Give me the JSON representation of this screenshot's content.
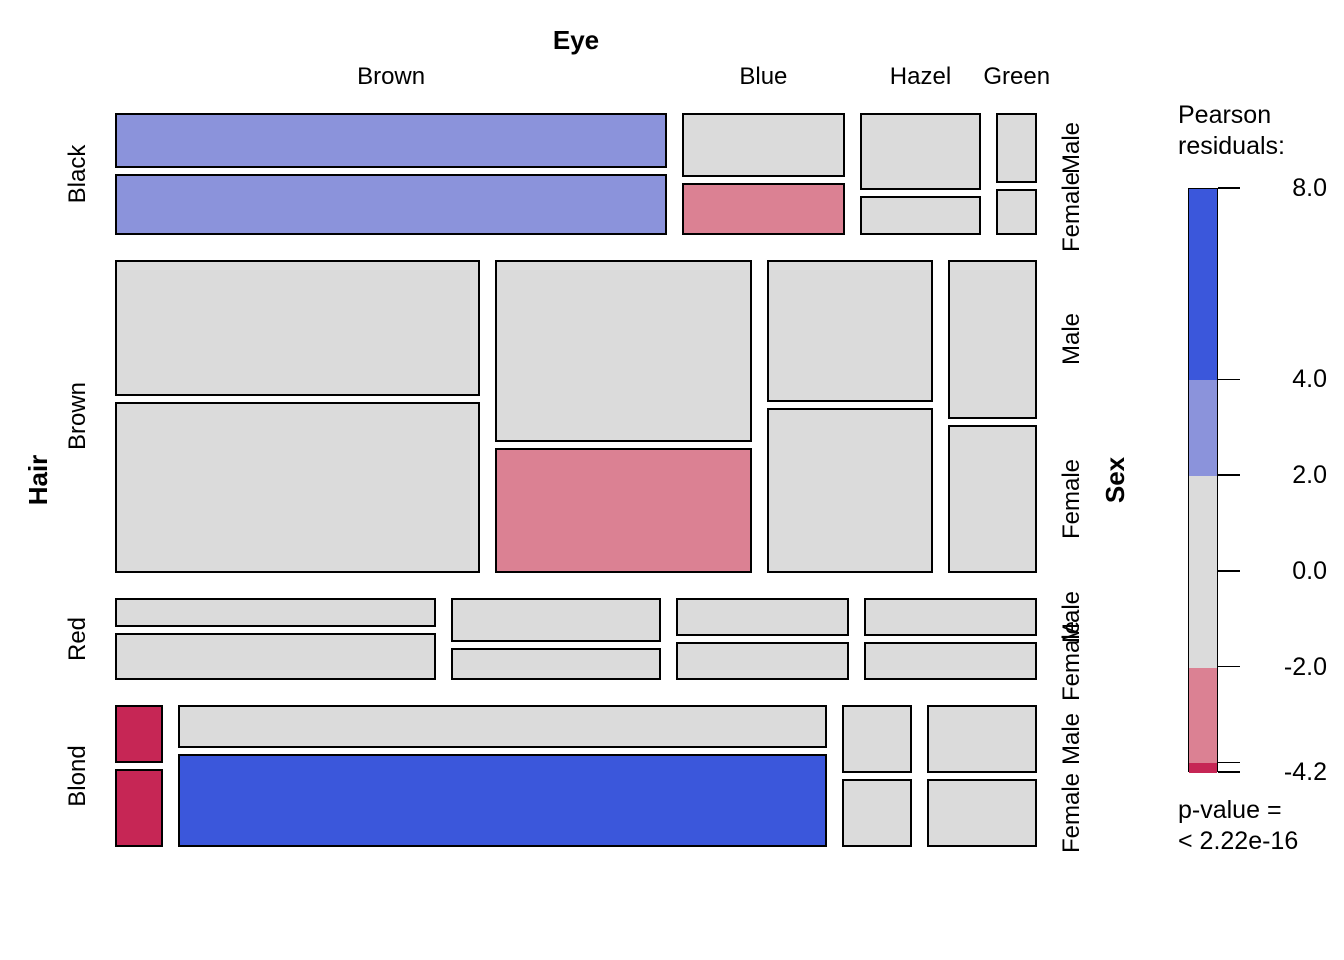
{
  "axes": {
    "top_title": "Eye",
    "left_title": "Hair",
    "right_title": "Sex"
  },
  "chart_data": {
    "type": "mosaic",
    "row_dimension": "Hair",
    "col_dimension": "Eye",
    "cell_dimension": "Sex",
    "row_categories": [
      "Black",
      "Brown",
      "Red",
      "Blond"
    ],
    "col_categories": [
      "Brown",
      "Blue",
      "Hazel",
      "Green"
    ],
    "cell_categories": [
      "Male",
      "Female"
    ],
    "counts": [
      [
        [
          32,
          36
        ],
        [
          11,
          9
        ],
        [
          10,
          5
        ],
        [
          3,
          2
        ]
      ],
      [
        [
          53,
          66
        ],
        [
          50,
          34
        ],
        [
          25,
          29
        ],
        [
          15,
          14
        ]
      ],
      [
        [
          10,
          16
        ],
        [
          10,
          7
        ],
        [
          7,
          7
        ],
        [
          7,
          7
        ]
      ],
      [
        [
          3,
          4
        ],
        [
          30,
          64
        ],
        [
          5,
          5
        ],
        [
          8,
          8
        ]
      ]
    ],
    "residual_shades": [
      [
        [
          "pos_low",
          "pos_low"
        ],
        [
          "neutral",
          "neg_low"
        ],
        [
          "neutral",
          "neutral"
        ],
        [
          "neutral",
          "neutral"
        ]
      ],
      [
        [
          "neutral",
          "neutral"
        ],
        [
          "neutral",
          "neg_low"
        ],
        [
          "neutral",
          "neutral"
        ],
        [
          "neutral",
          "neutral"
        ]
      ],
      [
        [
          "neutral",
          "neutral"
        ],
        [
          "neutral",
          "neutral"
        ],
        [
          "neutral",
          "neutral"
        ],
        [
          "neutral",
          "neutral"
        ]
      ],
      [
        [
          "neg_high",
          "neg_high"
        ],
        [
          "neutral",
          "pos_high"
        ],
        [
          "neutral",
          "neutral"
        ],
        [
          "neutral",
          "neutral"
        ]
      ]
    ]
  },
  "colors": {
    "pos_high": "#3b57db",
    "pos_low": "#8b93db",
    "neutral": "#dbdbdb",
    "neg_low": "#db8193",
    "neg_high": "#c62655",
    "tile_border": "#000000"
  },
  "legend": {
    "title_line1": "Pearson",
    "title_line2": "residuals:",
    "range_top": 8.0,
    "range_bottom": -4.2,
    "ticks": [
      {
        "value": 8.0,
        "label": "8.0"
      },
      {
        "value": 4.0,
        "label": "4.0"
      },
      {
        "value": 2.0,
        "label": "2.0"
      },
      {
        "value": 0.0,
        "label": "0.0"
      },
      {
        "value": -2.0,
        "label": "-2.0"
      },
      {
        "value": -4.0,
        "label": ""
      },
      {
        "value": -4.2,
        "label": "-4.2"
      }
    ],
    "segments": [
      {
        "from": 8.0,
        "to": 4.0,
        "color_key": "pos_high"
      },
      {
        "from": 4.0,
        "to": 2.0,
        "color_key": "pos_low"
      },
      {
        "from": 2.0,
        "to": -2.0,
        "color_key": "neutral"
      },
      {
        "from": -2.0,
        "to": -4.0,
        "color_key": "neg_low"
      },
      {
        "from": -4.0,
        "to": -4.2,
        "color_key": "neg_high"
      }
    ],
    "pvalue_line1": "p-value =",
    "pvalue_line2": "< 2.22e-16"
  }
}
